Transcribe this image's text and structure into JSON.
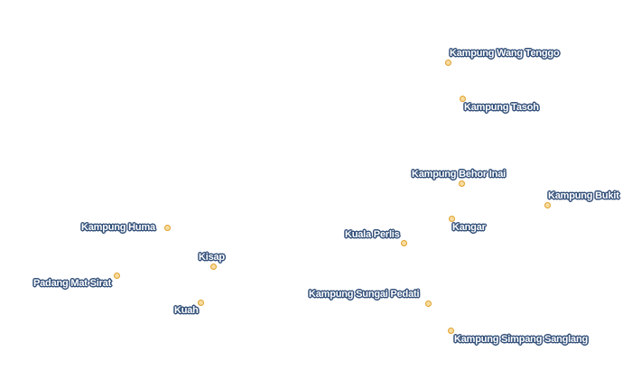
{
  "map": {
    "places": [
      {
        "name": "Kampung Wang Tenggo"
      },
      {
        "name": "Kampung Tasoh"
      },
      {
        "name": "Kampung Behor Inai"
      },
      {
        "name": "Kampung Bukit"
      },
      {
        "name": "Kangar"
      },
      {
        "name": "Kuala Perlis"
      },
      {
        "name": "Kampung Huma"
      },
      {
        "name": "Kisap"
      },
      {
        "name": "Padang Mat Sirat"
      },
      {
        "name": "Kuah"
      },
      {
        "name": "Kampung Sungai Pedati"
      },
      {
        "name": "Kampung Simpang Sanglang"
      }
    ],
    "colors": {
      "marker_fill": "#f7dca0",
      "marker_stroke": "#e0a02a",
      "label_text": "#ffffff",
      "label_halo": "#33507a"
    }
  }
}
